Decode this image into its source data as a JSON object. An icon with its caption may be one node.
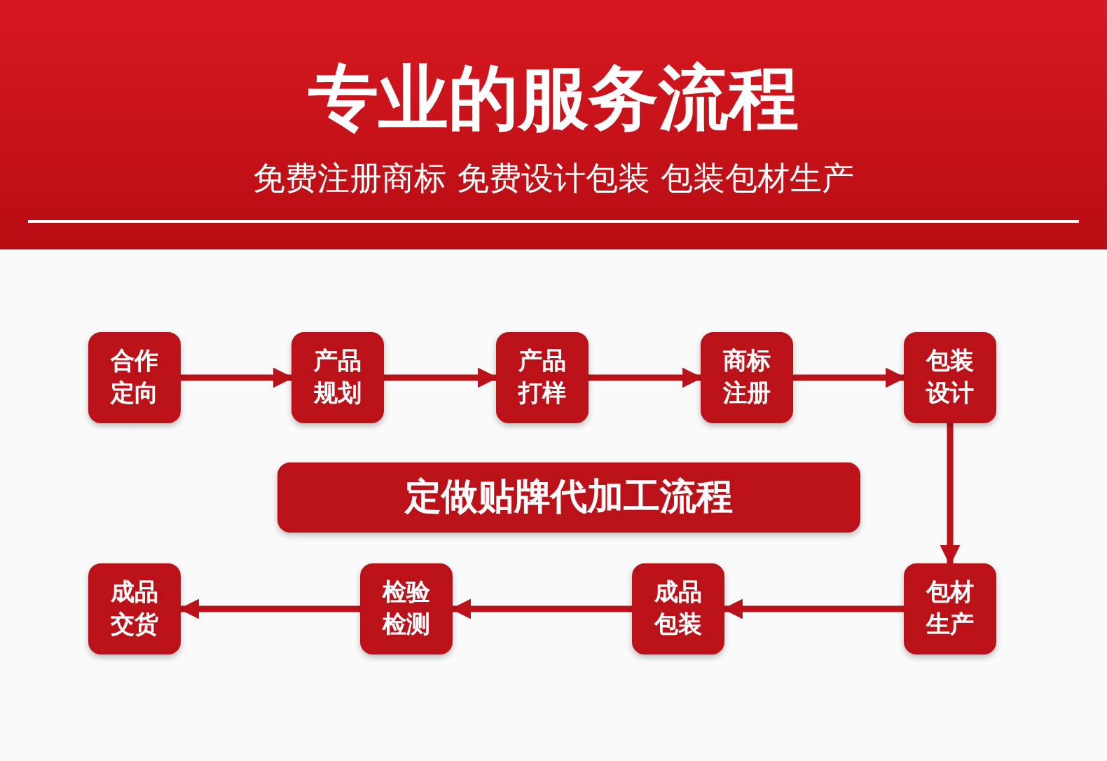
{
  "diagram": {
    "title": "专业的服务流程",
    "nodes": [
      {
        "text": [
          "合作定向"
        ]
      },
      {
        "text": [
          "产品规划"
        ]
      },
      {
        "text": [
          "产品打样"
        ]
      },
      {
        "text": [
          "商标注册"
        ]
      },
      {
        "text": [
          "包装设计"
        ]
      },
      {
        "text": [
          "定做贴牌代加工流程"
        ]
      },
      {
        "text": [
          "成品交货"
        ]
      },
      {
        "text": [
          "检验检测"
        ]
      },
      {
        "text": [
          "成品包装"
        ]
      },
      {
        "text": [
          "包材生产"
        ]
      }
    ],
    "edges": [
      {
        "from": 0,
        "to": 1,
        "arrow": "to"
      },
      {
        "from": 1,
        "to": 2,
        "arrow": "to"
      },
      {
        "from": 2,
        "to": 3,
        "arrow": "to"
      },
      {
        "from": 3,
        "to": 4,
        "arrow": "to"
      },
      {
        "from": 4,
        "to": 9,
        "arrow": "to"
      },
      {
        "from": 9,
        "to": 8,
        "arrow": "to"
      },
      {
        "from": 8,
        "to": 7,
        "arrow": "to"
      },
      {
        "from": 7,
        "to": 6,
        "arrow": "to"
      }
    ],
    "labels": [
      "免费注册商标 免费设计包装 包装包材生产"
    ]
  }
}
